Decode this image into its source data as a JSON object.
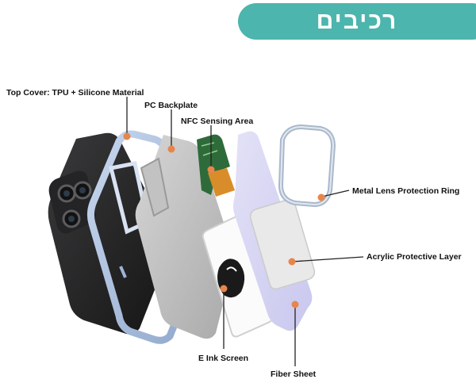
{
  "header": {
    "title": "רכיבים",
    "accent_color": "#4cb5ad"
  },
  "diagram": {
    "callout_color": "#e8854a",
    "labels": {
      "top_cover": "Top Cover: TPU + Silicone Material",
      "pc_backplate": "PC Backplate",
      "nfc_area": "NFC Sensing Area",
      "lens_ring": "Metal Lens Protection Ring",
      "acrylic_layer": "Acrylic Protective Layer",
      "e_ink_screen": "E Ink Screen",
      "fiber_sheet": "Fiber Sheet"
    }
  }
}
